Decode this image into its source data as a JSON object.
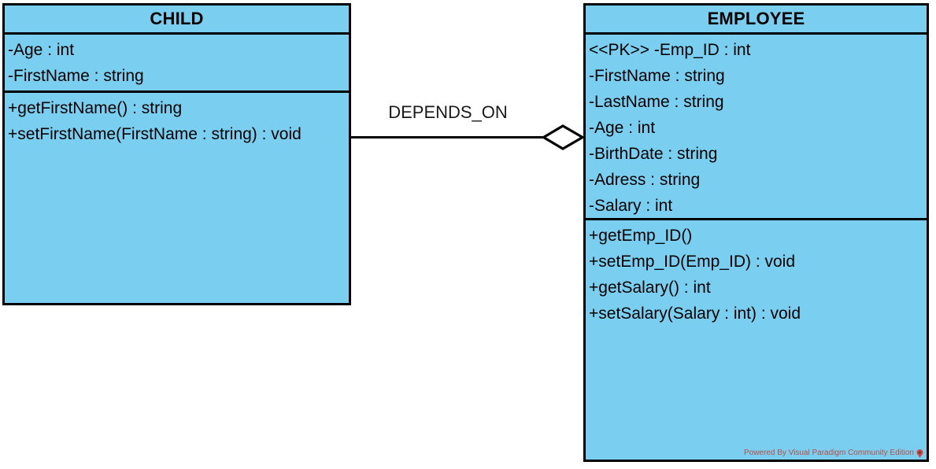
{
  "diagram": {
    "type": "uml-class-diagram",
    "background_color": "#ffffff",
    "class_fill_color": "#7ACFF0",
    "class_border_color": "#000000"
  },
  "classes": [
    {
      "id": "child",
      "name": "CHILD",
      "attributes": [
        "-Age : int",
        "-FirstName : string"
      ],
      "methods": [
        "+getFirstName() : string",
        "+setFirstName(FirstName : string) : void"
      ]
    },
    {
      "id": "employee",
      "name": "EMPLOYEE",
      "attributes": [
        "<<PK>> -Emp_ID : int",
        "-FirstName : string",
        "-LastName : string",
        "-Age : int",
        "-BirthDate : string",
        "-Adress : string",
        "-Salary : int"
      ],
      "methods": [
        "+getEmp_ID()",
        "+setEmp_ID(Emp_ID) : void",
        "+getSalary() : int",
        "+setSalary(Salary : int) : void"
      ]
    }
  ],
  "relationship": {
    "label": "DEPENDS_ON",
    "source": "CHILD",
    "target": "EMPLOYEE",
    "end_marker": "hollow-diamond",
    "marker_fill": "#ffffff",
    "line_color": "#000000"
  },
  "watermark": {
    "text": "Powered By Visual Paradigm Community Edition",
    "color": "#C0392B"
  }
}
